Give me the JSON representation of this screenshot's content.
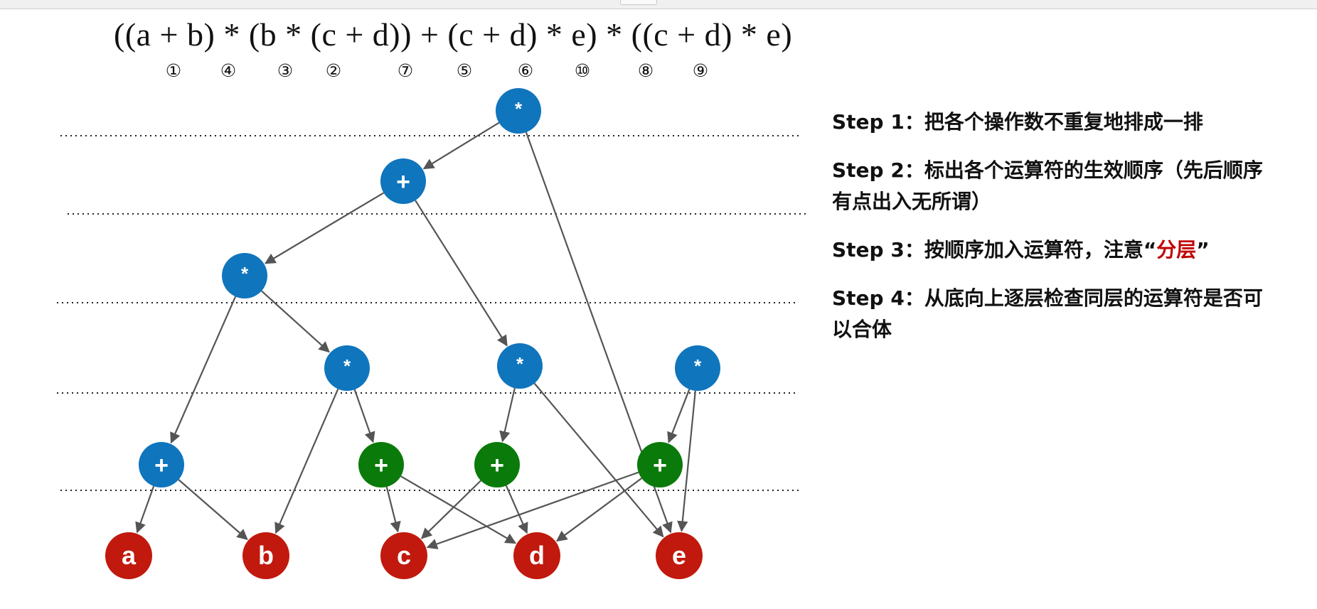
{
  "formula": "((a + b) * (b * (c + d)) + (c + d) * e) * ((c + d) * e)",
  "order_marks": [
    "①",
    "④",
    "③",
    "②",
    "⑦",
    "⑤",
    "⑥",
    "⑩",
    "⑧",
    "⑨"
  ],
  "colors": {
    "operator": "#0f75bd",
    "merged": "#0a7a0a",
    "operand": "#c1190d",
    "arrow": "#555555",
    "highlight": "#c00000"
  },
  "nodes": [
    {
      "id": "n10",
      "label": "*",
      "kind": "operator"
    },
    {
      "id": "n7",
      "label": "+",
      "kind": "operator"
    },
    {
      "id": "n4",
      "label": "*",
      "kind": "operator"
    },
    {
      "id": "n3",
      "label": "*",
      "kind": "operator"
    },
    {
      "id": "n6",
      "label": "*",
      "kind": "operator"
    },
    {
      "id": "n9",
      "label": "*",
      "kind": "operator"
    },
    {
      "id": "n1",
      "label": "+",
      "kind": "operator"
    },
    {
      "id": "n2",
      "label": "+",
      "kind": "merged"
    },
    {
      "id": "n5",
      "label": "+",
      "kind": "merged"
    },
    {
      "id": "n8",
      "label": "+",
      "kind": "merged"
    },
    {
      "id": "a",
      "label": "a",
      "kind": "operand"
    },
    {
      "id": "b",
      "label": "b",
      "kind": "operand"
    },
    {
      "id": "c",
      "label": "c",
      "kind": "operand"
    },
    {
      "id": "d",
      "label": "d",
      "kind": "operand"
    },
    {
      "id": "e",
      "label": "e",
      "kind": "operand"
    }
  ],
  "edges": [
    [
      "n10",
      "n7"
    ],
    [
      "n10",
      "e"
    ],
    [
      "n7",
      "n4"
    ],
    [
      "n7",
      "n6"
    ],
    [
      "n4",
      "n1"
    ],
    [
      "n4",
      "n3"
    ],
    [
      "n3",
      "b"
    ],
    [
      "n3",
      "n2"
    ],
    [
      "n6",
      "n5"
    ],
    [
      "n6",
      "e"
    ],
    [
      "n9",
      "n8"
    ],
    [
      "n9",
      "e"
    ],
    [
      "n1",
      "a"
    ],
    [
      "n1",
      "b"
    ],
    [
      "n2",
      "c"
    ],
    [
      "n2",
      "d"
    ],
    [
      "n5",
      "c"
    ],
    [
      "n5",
      "d"
    ],
    [
      "n8",
      "c"
    ],
    [
      "n8",
      "d"
    ]
  ],
  "steps": {
    "s1_head": "Step 1",
    "s1_text": "：把各个操作数不重复地排成一排",
    "s2_head": "Step 2",
    "s2_text": "：标出各个运算符的生效顺序（先后顺序有点出入无所谓）",
    "s3_head": "Step 3",
    "s3_text": "：按顺序加入运算符，注意“",
    "s3_hl": "分层",
    "s3_end": "”",
    "s4_head": "Step 4",
    "s4_text": "：从底向上逐层检查同层的运算符是否可以合体"
  }
}
